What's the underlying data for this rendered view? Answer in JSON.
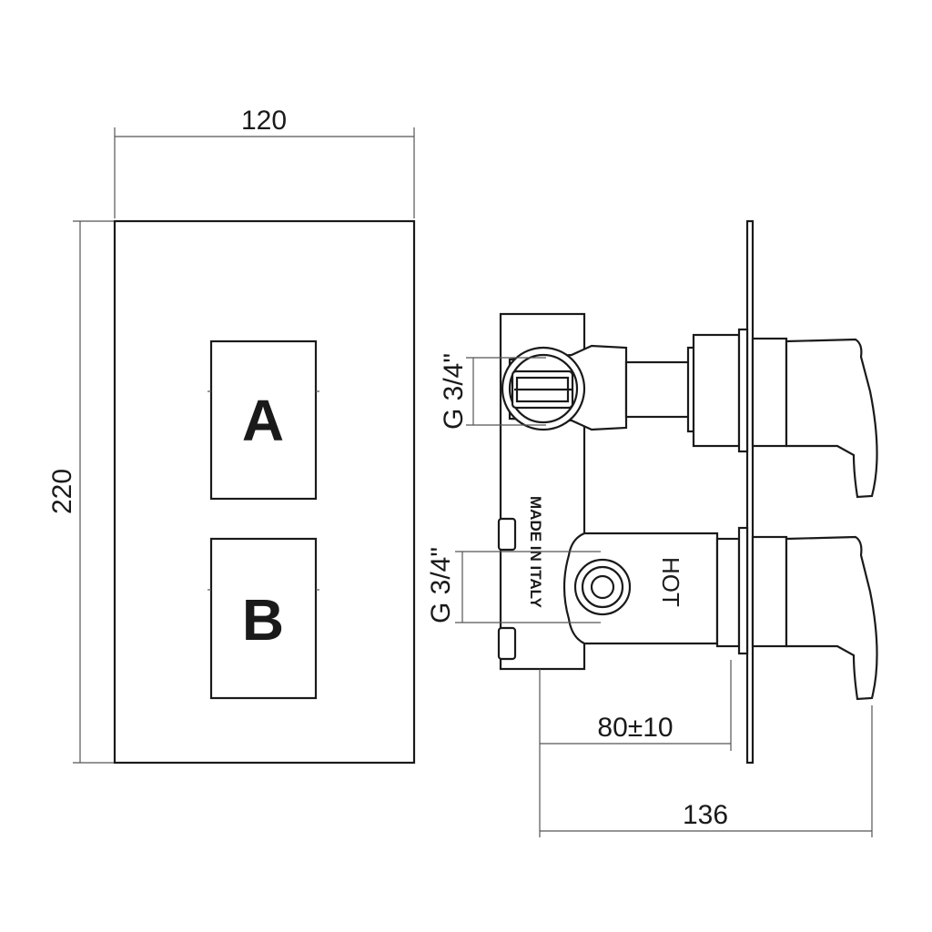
{
  "front_view": {
    "width_label": "120",
    "height_label": "220",
    "buttons": [
      {
        "letter": "A"
      },
      {
        "letter": "B"
      }
    ]
  },
  "side_view": {
    "upper_connection_label": "G 3/4\"",
    "lower_connection_label": "G 3/4\"",
    "stamp_text": "MADE IN ITALY",
    "hot_label": "HOT",
    "depth_adjust_label": "80±10",
    "total_depth_label": "136"
  }
}
